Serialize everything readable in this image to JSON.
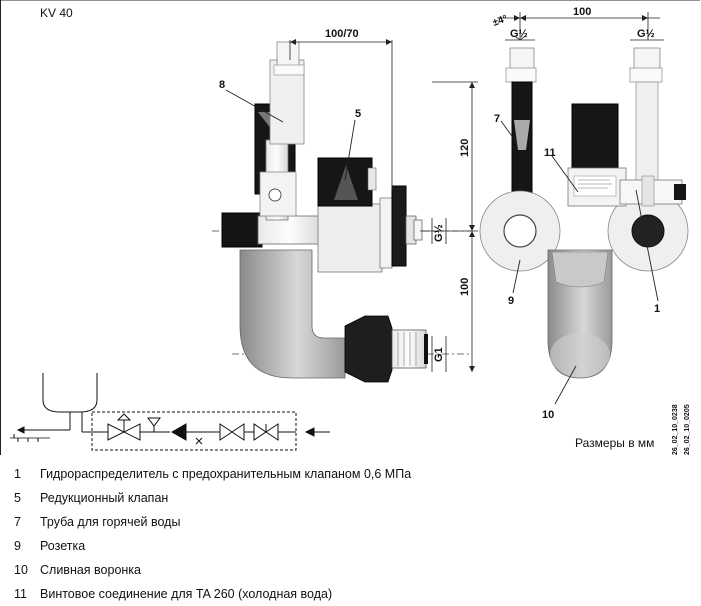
{
  "header": {
    "model": "KV 40"
  },
  "dimensions": {
    "top_left": "100/70",
    "top_right": "100",
    "angle": "±4°",
    "height_upper": "120",
    "height_lower": "100",
    "thread_left_top": "G½",
    "thread_right_top": "G½",
    "thread_side": "G½",
    "thread_bottom": "G1"
  },
  "callouts": {
    "c8": "8",
    "c5": "5",
    "c7": "7",
    "c11": "11",
    "c9": "9",
    "c1": "1",
    "c10": "10"
  },
  "footer": {
    "units": "Размеры в мм",
    "code1": "26_02_10_0238",
    "code2": "26_02_10_0205"
  },
  "legend": [
    {
      "num": "1",
      "text": "Гидрораспределитель с предохранительным клапаном 0,6 МПа"
    },
    {
      "num": "5",
      "text": "Редукционный клапан"
    },
    {
      "num": "7",
      "text": "Труба для горячей воды"
    },
    {
      "num": "9",
      "text": "Розетка"
    },
    {
      "num": "10",
      "text": "Сливная воронка"
    },
    {
      "num": "11",
      "text": "Винтовое соединение для TA 260 (холодная вода)"
    }
  ]
}
